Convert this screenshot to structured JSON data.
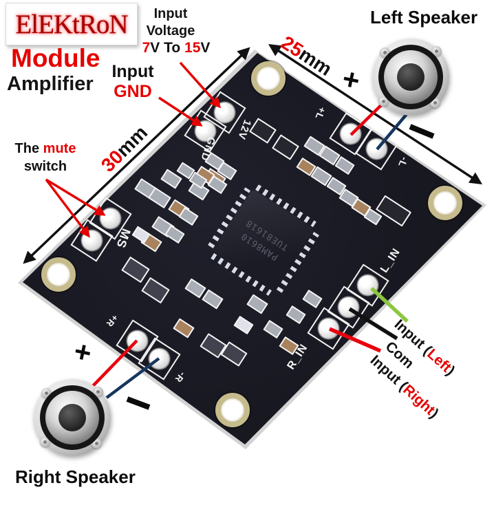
{
  "branding": {
    "logo": "ElEKtRoN",
    "product": "Module",
    "product_type": "Amplifier"
  },
  "labels": {
    "input_voltage_l1": "Input",
    "input_voltage_l2": "Voltage",
    "voltage_7": "7",
    "voltage_vto": "V To ",
    "voltage_15": "15",
    "voltage_v": "V",
    "input": "Input",
    "gnd": "GND",
    "mute_the": "The ",
    "mute_word": "mute",
    "mute_switch": "switch",
    "left_speaker": "Left Speaker",
    "right_speaker": "Right Speaker",
    "input_pre": "Input (",
    "left_word": "Left",
    "right_word": "Right",
    "paren_close": ")",
    "com": "Com",
    "plus": "+",
    "dim_width_val": "25",
    "dim_width_unit": "mm",
    "dim_height_val": "30",
    "dim_height_unit": "mm"
  },
  "board": {
    "silkscreen": {
      "v12": "12V",
      "gnd": "GND",
      "ms": "MS",
      "lp": "+L",
      "lm": "-L",
      "lin": "L_IN",
      "rin": "R_IN",
      "rp": "+R",
      "rm": "-R"
    },
    "chip": {
      "line1": "PAM8610",
      "line2": "TUE81618"
    }
  },
  "colors": {
    "accent_red": "#e60000",
    "wire_red": "#e8000d",
    "wire_blue": "#17365e",
    "input_left_green": "#8dc63f",
    "board": "#191923",
    "gold": "#c6bb8d"
  }
}
